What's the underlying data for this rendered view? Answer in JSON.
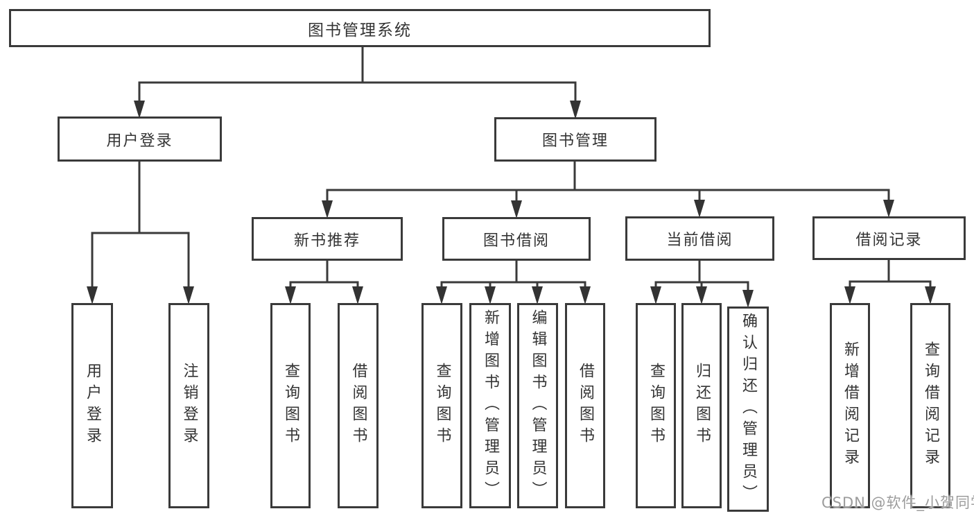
{
  "root": {
    "label": "图书管理系统"
  },
  "branches": [
    {
      "label": "用户登录"
    },
    {
      "label": "图书管理"
    }
  ],
  "modules": [
    {
      "label": "新书推荐"
    },
    {
      "label": "图书借阅"
    },
    {
      "label": "当前借阅"
    },
    {
      "label": "借阅记录"
    }
  ],
  "leaves": {
    "user_login": [
      "用户登录",
      "注销登录"
    ],
    "new_rec": [
      "查询图书",
      "借阅图书"
    ],
    "borrow": [
      "查询图书",
      "新增图书（管理员）",
      "编辑图书（管理员）",
      "借阅图书"
    ],
    "current": [
      "查询图书",
      "归还图书",
      "确认归还（管理员）"
    ],
    "records": [
      "新增借阅记录",
      "查询借阅记录"
    ]
  },
  "watermark": {
    "text": "CSDN @软件_小贺同学"
  },
  "colors": {
    "line": "#3a3a3a",
    "arrow": "#333333",
    "text": "#333333",
    "watermark": "#9c9c9c",
    "background": "#ffffff"
  }
}
